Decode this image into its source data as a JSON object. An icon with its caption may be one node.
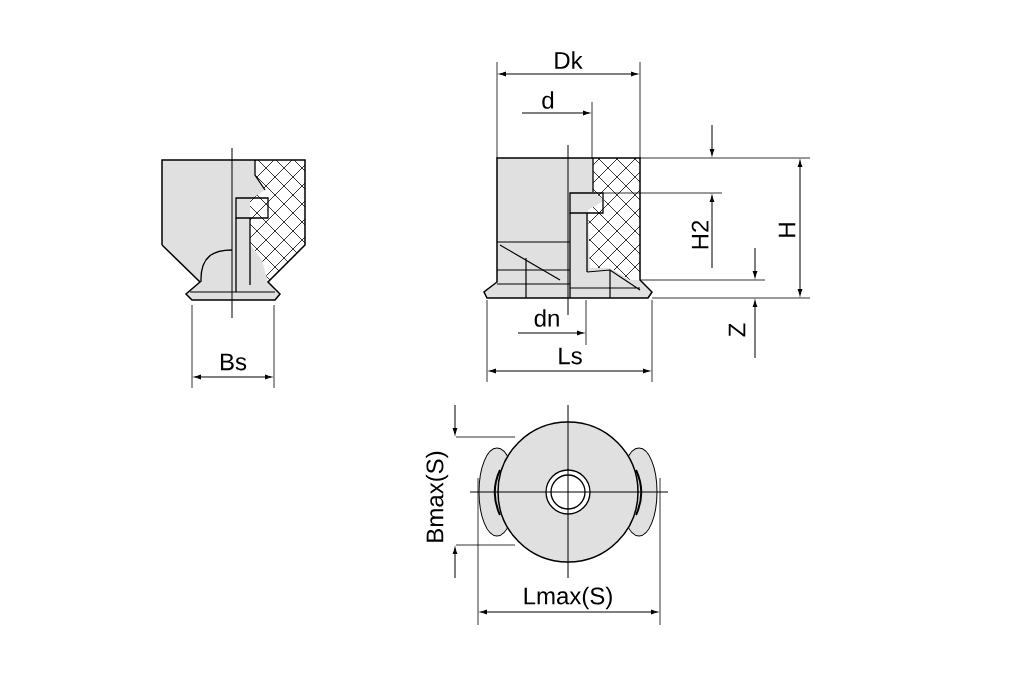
{
  "diagram": {
    "labels": [
      "Dk",
      "d",
      "H2",
      "H",
      "dn",
      "Z",
      "Ls",
      "Bs",
      "Bmax(S)",
      "Lmax(S)"
    ]
  }
}
